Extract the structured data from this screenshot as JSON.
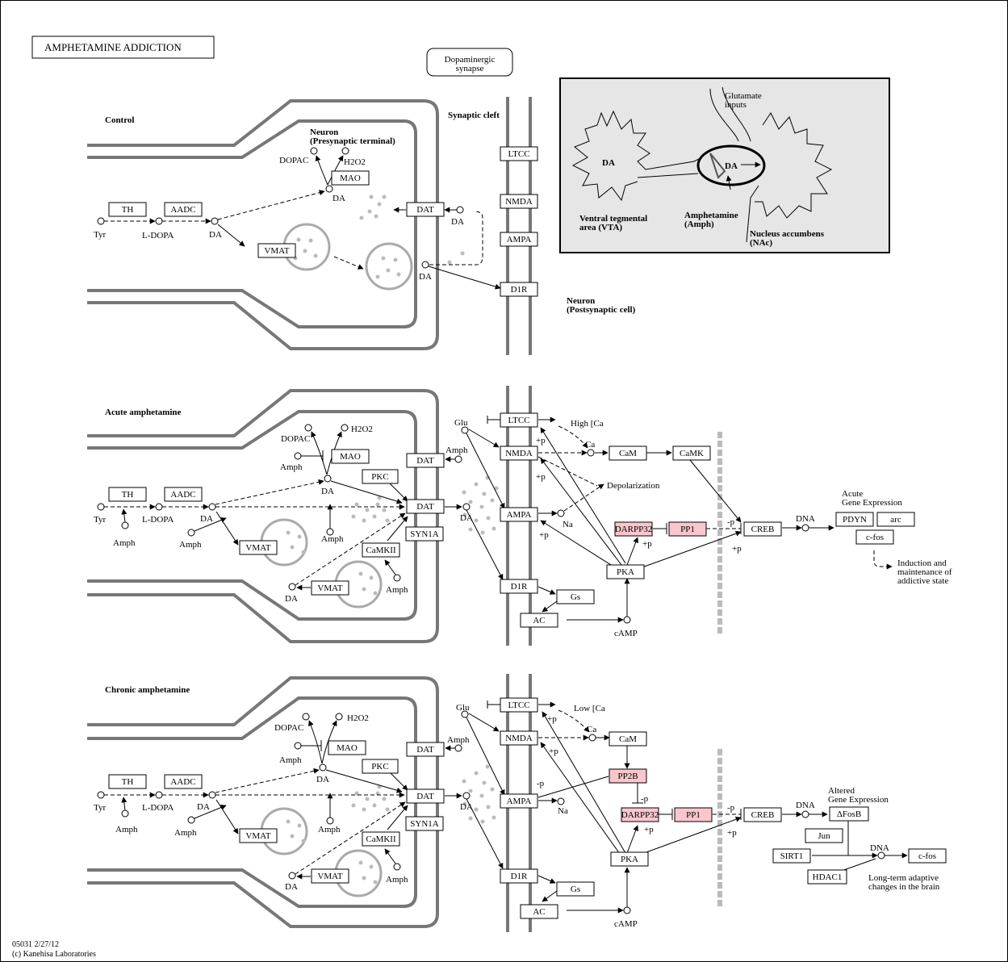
{
  "title": "AMPHETAMINE ADDICTION",
  "footer": {
    "line1": "05031 2/27/12",
    "line2": "(c) Kanehisa Laboratories"
  },
  "header": {
    "synapse_label": [
      "Dopaminergic",
      "synapse"
    ],
    "cleft": "Synaptic cleft"
  },
  "inset": {
    "glutamate": [
      "Glutamate",
      "inputs"
    ],
    "da_left": "DA",
    "da_center": "DA",
    "vta": [
      "Ventral tegmental",
      "area (VTA)"
    ],
    "amph": [
      "Amphetamine",
      "(Amph)"
    ],
    "nac": [
      "Nucleus accumbens",
      "(NAc)"
    ]
  },
  "control": {
    "title": "Control",
    "neuron": [
      "Neuron",
      "(Presynaptic terminal)"
    ],
    "postsyn": [
      "Neuron",
      "(Postsynaptic cell)"
    ],
    "nodes": {
      "tyr": "Tyr",
      "ldopa": "L-DOPA",
      "da": "DA",
      "dopac": "DOPAC",
      "h2o2": "H2O2",
      "th": "TH",
      "aadc": "AADC",
      "mao": "MAO",
      "vmat": "VMAT",
      "dat": "DAT",
      "ltcc": "LTCC",
      "nmda": "NMDA",
      "ampa": "AMPA",
      "d1r": "D1R"
    }
  },
  "acute": {
    "title": "Acute amphetamine",
    "nodes": {
      "th": "TH",
      "aadc": "AADC",
      "mao": "MAO",
      "vmat": "VMAT",
      "pkc": "PKC",
      "dat": "DAT",
      "syn1a": "SYN1A",
      "camkii": "CaMKII",
      "ltcc": "LTCC",
      "nmda": "NMDA",
      "ampa": "AMPA",
      "d1r": "D1R",
      "gs": "Gs",
      "ac": "AC",
      "cam": "CaM",
      "camk": "CaMK",
      "darpp32": "DARPP32",
      "pp1": "PP1",
      "pka": "PKA",
      "creb": "CREB",
      "pdyn": "PDYN",
      "arc": "arc",
      "cfos": "c-fos"
    },
    "labels": {
      "tyr": "Tyr",
      "ldopa": "L-DOPA",
      "da": "DA",
      "amph": "Amph",
      "dopac": "DOPAC",
      "h2o2": "H2O2",
      "glu": "Glu",
      "high_ca": "High [Ca",
      "ca": "Ca",
      "depol": "Depolarization",
      "na": "Na",
      "camp": "cAMP",
      "dna": "DNA",
      "p_plus": "+p",
      "p_minus": "-p",
      "gene": [
        "Acute",
        "Gene Expression"
      ],
      "induction": [
        "Induction and",
        "maintenance of",
        "addictive state"
      ]
    }
  },
  "chronic": {
    "title": "Chronic amphetamine",
    "nodes": {
      "th": "TH",
      "aadc": "AADC",
      "mao": "MAO",
      "vmat": "VMAT",
      "pkc": "PKC",
      "dat": "DAT",
      "syn1a": "SYN1A",
      "camkii": "CaMKII",
      "ltcc": "LTCC",
      "nmda": "NMDA",
      "ampa": "AMPA",
      "d1r": "D1R",
      "gs": "Gs",
      "ac": "AC",
      "cam": "CaM",
      "pp2b": "PP2B",
      "darpp32": "DARPP32",
      "pp1": "PP1",
      "pka": "PKA",
      "creb": "CREB",
      "fosb": "ΔFosB",
      "jun": "Jun",
      "sirt1": "SIRT1",
      "hdac1": "HDAC1",
      "cfos": "c-fos"
    },
    "labels": {
      "tyr": "Tyr",
      "ldopa": "L-DOPA",
      "da": "DA",
      "amph": "Amph",
      "dopac": "DOPAC",
      "h2o2": "H2O2",
      "glu": "Glu",
      "low_ca": "Low [Ca",
      "ca": "Ca",
      "na": "Na",
      "camp": "cAMP",
      "dna": "DNA",
      "p_plus": "+p",
      "p_minus": "-p",
      "gene": [
        "Altered",
        "Gene Expression"
      ],
      "longterm": [
        "Long-term adaptive",
        "changes in the brain"
      ]
    }
  },
  "colors": {
    "highlight": "#f8c6cc",
    "membrane": "#777777",
    "vesicle": "#aaaaaa",
    "inset_bg": "#e6e6e6"
  }
}
